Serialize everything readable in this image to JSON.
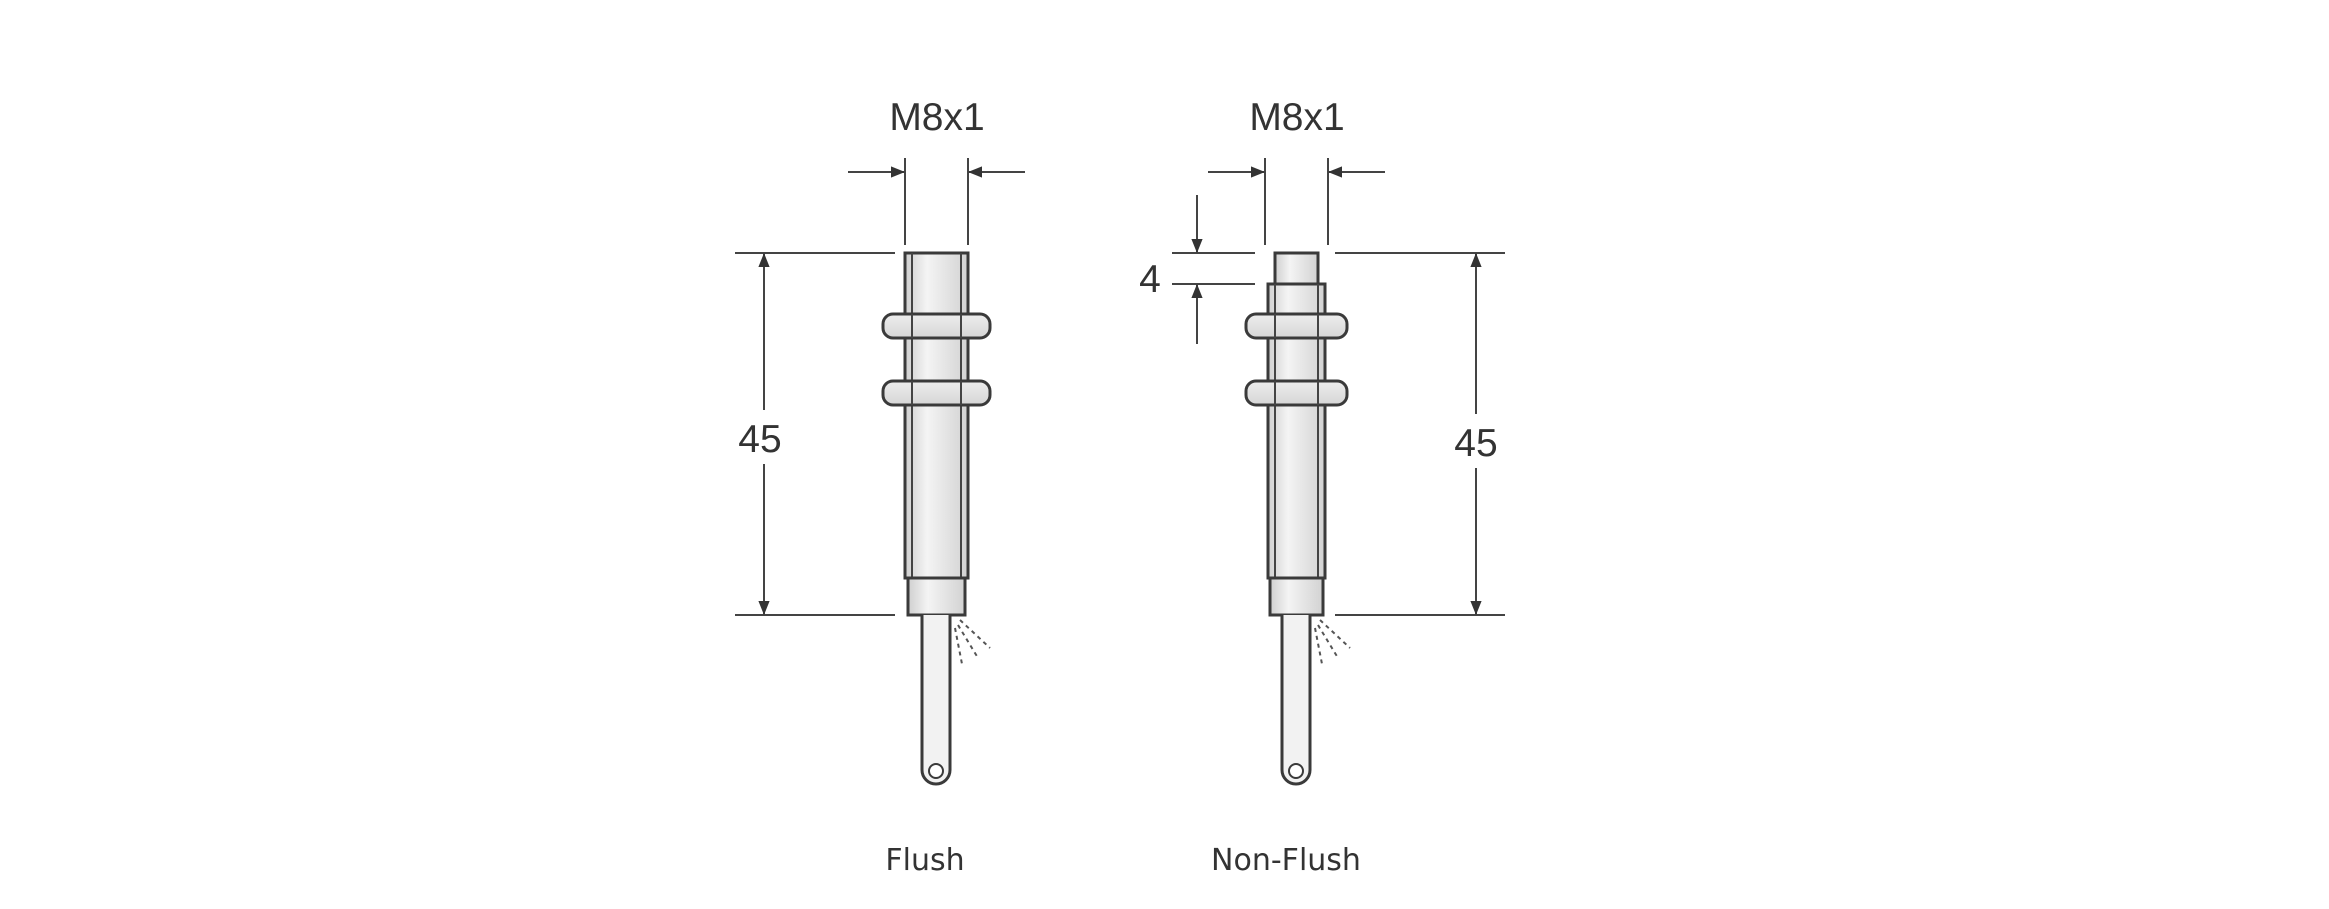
{
  "diagrams": [
    {
      "thread_label": "M8x1",
      "length_label": "45",
      "caption": "Flush"
    },
    {
      "thread_label": "M8x1",
      "length_label": "45",
      "offset_label": "4",
      "caption": "Non-Flush"
    }
  ],
  "colors": {
    "line": "#444444",
    "body_fill": "#e6e6e6",
    "text": "#333333"
  }
}
